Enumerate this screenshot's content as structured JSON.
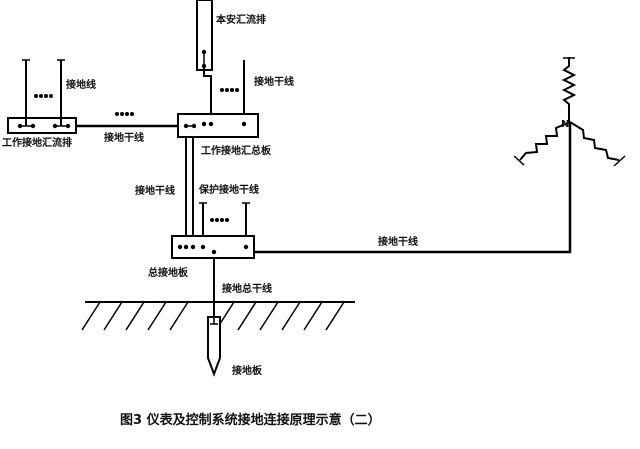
{
  "labels": {
    "ben_an_busbar": "本安汇流排",
    "ground_wire": "接地线",
    "ground_trunk_top": "接地干线",
    "ground_trunk_left": "接地干线",
    "work_ground_busbar": "工作接地汇流排",
    "work_ground_main_board": "工作接地汇总板",
    "ground_trunk_mid": "接地干线",
    "protective_ground_trunk": "保护接地干线",
    "ground_trunk_right": "接地干线",
    "main_ground_board": "总接地板",
    "ground_main_trunk": "接地总干线",
    "ground_plate": "接地板",
    "neutral": "N"
  },
  "caption": "图3  仪表及控制系统接地连接原理示意（二）",
  "colors": {
    "stroke": "#000000",
    "text": "#111111",
    "background": "#ffffff"
  }
}
